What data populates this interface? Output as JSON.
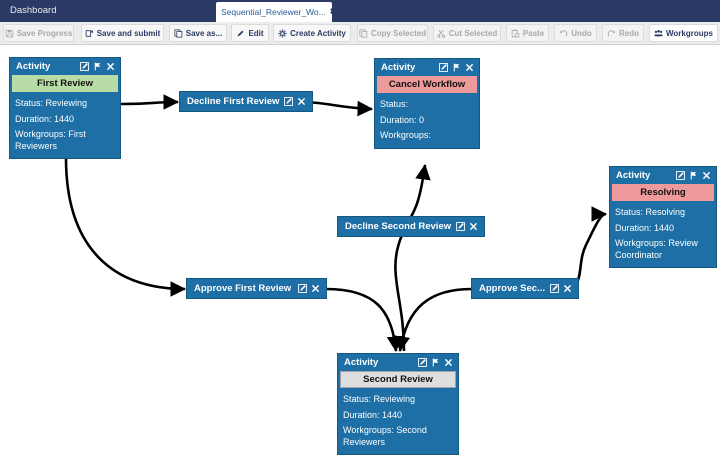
{
  "window": {
    "breadcrumb": "Dashboard",
    "tab": {
      "label": "Sequential_Reviewer_Wo...",
      "close": "✖"
    }
  },
  "toolbar": {
    "buttons": [
      {
        "label": "Save Progress",
        "icon": "save-icon",
        "state": "disabled"
      },
      {
        "label": "Save and submit",
        "icon": "submit-icon",
        "state": "enabled"
      },
      {
        "label": "Save as...",
        "icon": "copy-icon",
        "state": "enabled"
      },
      {
        "label": "Edit",
        "icon": "pencil-icon",
        "state": "enabled"
      },
      {
        "label": "Create Activity",
        "icon": "gear-icon",
        "state": "enabled"
      },
      {
        "label": "Copy Selected",
        "icon": "copy-icon",
        "state": "disabled"
      },
      {
        "label": "Cut Selected",
        "icon": "scissors-icon",
        "state": "disabled"
      },
      {
        "label": "Paste",
        "icon": "clipboard-icon",
        "state": "disabled"
      },
      {
        "label": "Undo",
        "icon": "undo-arrow-icon",
        "state": "disabled"
      },
      {
        "label": "Redo",
        "icon": "redo-arrow-icon",
        "state": "disabled"
      },
      {
        "label": "Workgroups",
        "icon": "workgroups-icon",
        "state": "active"
      }
    ]
  },
  "nodes": [
    {
      "header": "Activity",
      "title": "First Review",
      "title_color": "#b8dca6",
      "rows": [
        "Status: Reviewing",
        "Duration: 1440",
        "Workgroups: First Reviewers"
      ],
      "icons": [
        "edit-icon",
        "flag-icon",
        "close-icon"
      ]
    },
    {
      "header": "Activity",
      "title": "Cancel Workflow",
      "title_color": "#ef9a9a",
      "rows": [
        "Status:",
        "Duration: 0",
        "Workgroups:"
      ],
      "icons": [
        "edit-icon",
        "flag-icon",
        "close-icon"
      ]
    },
    {
      "header": "Activity",
      "title": "Resolving",
      "title_color": "#ef9a9a",
      "rows": [
        "Status: Resolving",
        "Duration: 1440",
        "Workgroups: Review Coordinator"
      ],
      "icons": [
        "edit-icon",
        "flag-icon",
        "close-icon"
      ]
    },
    {
      "header": "Activity",
      "title": "Second Review",
      "title_color": "#dedede",
      "rows": [
        "Status: Reviewing",
        "Duration: 1440",
        "Workgroups: Second Reviewers"
      ],
      "icons": [
        "edit-icon",
        "flag-icon",
        "close-icon"
      ]
    }
  ],
  "transitions": [
    {
      "label": "Decline First Review",
      "icons": [
        "edit-icon",
        "close-icon"
      ]
    },
    {
      "label": "Decline Second Review",
      "icons": [
        "edit-icon",
        "close-icon"
      ]
    },
    {
      "label": "Approve First Review",
      "icons": [
        "edit-icon",
        "close-icon"
      ]
    },
    {
      "label": "Approve Sec...",
      "icons": [
        "edit-icon",
        "close-icon"
      ]
    }
  ],
  "colors": {
    "titlebar": "#2b3a64",
    "node_blue": "#1d6fa5",
    "green": "#b8dca6",
    "salmon": "#ef9a9a",
    "gray": "#dedede",
    "edge": "#000000"
  }
}
